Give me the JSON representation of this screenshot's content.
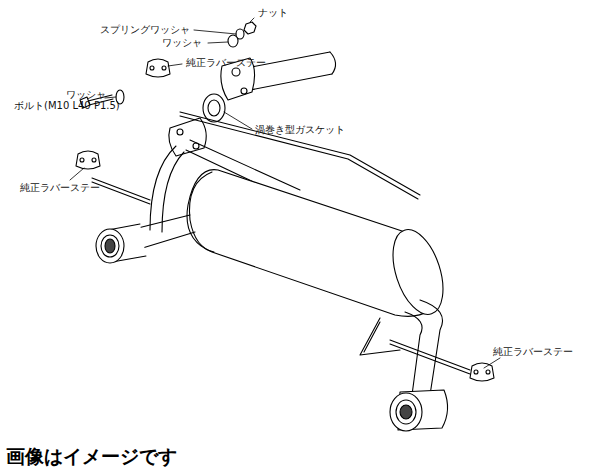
{
  "diagram": {
    "labels": [
      "ナット",
      "スプリングワッシャ",
      "ワッシャ",
      "純正ラバーステー",
      "ワッシャ",
      "ボルト(M10 L40 P1.5)",
      "渦巻き型ガスケット",
      "純正ラバーステー",
      "純正ラバーステー",
      "画像はイメージです"
    ]
  }
}
